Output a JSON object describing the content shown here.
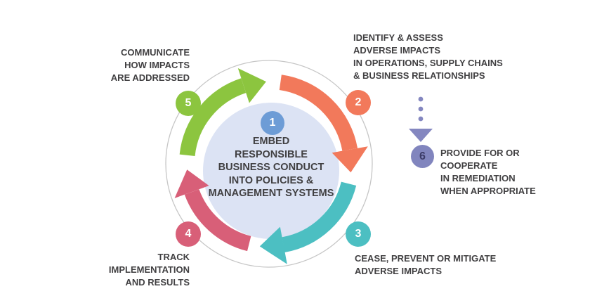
{
  "diagram": {
    "type": "cycle",
    "description_visible": false
  },
  "colors": {
    "background": "#ffffff",
    "text": "#414042",
    "ring_outline": "#c6c6c6",
    "center_circle_fill": "#dce3f4",
    "step1_blue": "#6d9cd6",
    "step2_orange": "#f2795b",
    "step3_teal": "#4cbfc2",
    "step4_pink": "#d85f78",
    "step5_green": "#8cc53f",
    "step6_purple": "#8487c0"
  },
  "center": {
    "number": "1",
    "lines": [
      "EMBED",
      "RESPONSIBLE",
      "BUSINESS CONDUCT",
      "INTO POLICIES &",
      "MANAGEMENT SYSTEMS"
    ]
  },
  "steps": [
    {
      "number": "2",
      "lines": [
        "IDENTIFY & ASSESS",
        "ADVERSE IMPACTS",
        "IN OPERATIONS, SUPPLY CHAINS",
        "& BUSINESS RELATIONSHIPS"
      ]
    },
    {
      "number": "3",
      "lines": [
        "CEASE, PREVENT OR MITIGATE",
        "ADVERSE IMPACTS"
      ]
    },
    {
      "number": "4",
      "lines": [
        "TRACK",
        "IMPLEMENTATION",
        "AND RESULTS"
      ]
    },
    {
      "number": "5",
      "lines": [
        "COMMUNICATE",
        "HOW IMPACTS",
        "ARE ADDRESSED"
      ]
    },
    {
      "number": "6",
      "lines": [
        "PROVIDE FOR OR",
        "COOPERATE",
        "IN REMEDIATION",
        "WHEN APPROPRIATE"
      ]
    }
  ]
}
